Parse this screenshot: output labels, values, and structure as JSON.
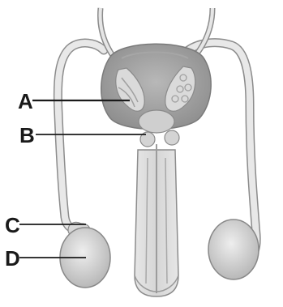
{
  "diagram": {
    "labels": [
      {
        "id": "a",
        "text": "A"
      },
      {
        "id": "b",
        "text": "B"
      },
      {
        "id": "c",
        "text": "C"
      },
      {
        "id": "d",
        "text": "D"
      }
    ],
    "colors": {
      "tissue_light": "#e4e4e4",
      "tissue_mid": "#c8c8c8",
      "tissue_dark": "#9a9a9a",
      "outline": "#8c8c8c",
      "leader": "#1a1a1a"
    }
  }
}
